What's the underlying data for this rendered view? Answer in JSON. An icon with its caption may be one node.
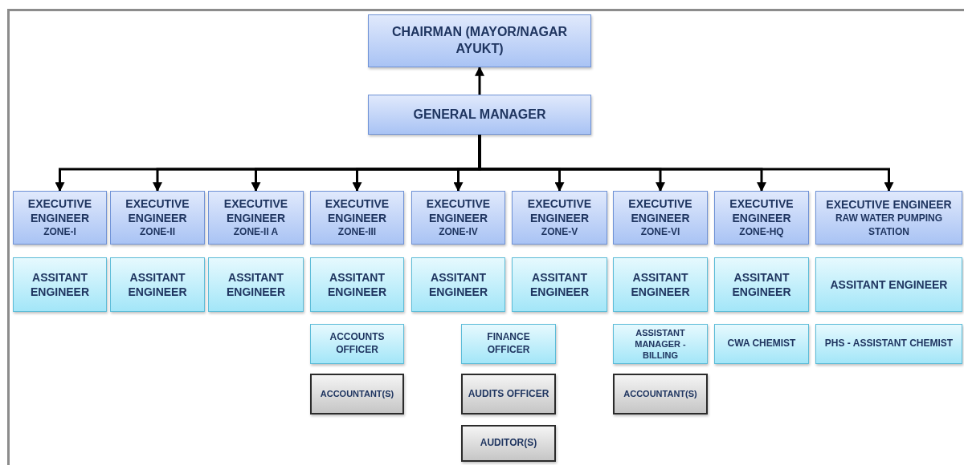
{
  "diagram": {
    "nodes": [
      {
        "text": [
          "CHAIRMAN (MAYOR/NAGAR AYUKT)"
        ]
      },
      {
        "text": [
          "GENERAL MANAGER"
        ]
      },
      {
        "text": [
          "EXECUTIVE ENGINEER",
          "ZONE-I"
        ]
      },
      {
        "text": [
          "EXECUTIVE ENGINEER",
          "ZONE-II"
        ]
      },
      {
        "text": [
          "EXECUTIVE ENGINEER",
          "ZONE-II A"
        ]
      },
      {
        "text": [
          "EXECUTIVE ENGINEER",
          "ZONE-III"
        ]
      },
      {
        "text": [
          "EXECUTIVE ENGINEER",
          "ZONE-IV"
        ]
      },
      {
        "text": [
          "EXECUTIVE ENGINEER",
          "ZONE-V"
        ]
      },
      {
        "text": [
          "EXECUTIVE ENGINEER",
          "ZONE-VI"
        ]
      },
      {
        "text": [
          "EXECUTIVE ENGINEER",
          "ZONE-HQ"
        ]
      },
      {
        "text": [
          "EXECUTIVE ENGINEER",
          "RAW WATER PUMPING STATION"
        ]
      },
      {
        "text": [
          "ASSITANT ENGINEER"
        ]
      },
      {
        "text": [
          "ASSITANT ENGINEER"
        ]
      },
      {
        "text": [
          "ASSITANT ENGINEER"
        ]
      },
      {
        "text": [
          "ASSITANT ENGINEER"
        ]
      },
      {
        "text": [
          "ASSITANT ENGINEER"
        ]
      },
      {
        "text": [
          "ASSITANT ENGINEER"
        ]
      },
      {
        "text": [
          "ASSITANT ENGINEER"
        ]
      },
      {
        "text": [
          "ASSITANT ENGINEER"
        ]
      },
      {
        "text": [
          "ASSITANT ENGINEER"
        ]
      },
      {
        "text": [
          "ACCOUNTS OFFICER"
        ]
      },
      {
        "text": [
          "FINANCE OFFICER"
        ]
      },
      {
        "text": [
          "ASSISTANT MANAGER - BILLING"
        ]
      },
      {
        "text": [
          "CWA CHEMIST"
        ]
      },
      {
        "text": [
          "PHS - ASSISTANT CHEMIST"
        ]
      },
      {
        "text": [
          "ACCOUNTANT(S)"
        ]
      },
      {
        "text": [
          "AUDITS OFFICER"
        ]
      },
      {
        "text": [
          "ACCOUNTANT(S)"
        ]
      },
      {
        "text": [
          "AUDITOR(S)"
        ]
      }
    ],
    "edges": [
      {
        "from": 1,
        "to": 0,
        "arrow": "to"
      },
      {
        "from": 1,
        "to": 2,
        "arrow": "to"
      },
      {
        "from": 1,
        "to": 3,
        "arrow": "to"
      },
      {
        "from": 1,
        "to": 4,
        "arrow": "to"
      },
      {
        "from": 1,
        "to": 5,
        "arrow": "to"
      },
      {
        "from": 1,
        "to": 6,
        "arrow": "to"
      },
      {
        "from": 1,
        "to": 7,
        "arrow": "to"
      },
      {
        "from": 1,
        "to": 8,
        "arrow": "to"
      },
      {
        "from": 1,
        "to": 9,
        "arrow": "to"
      },
      {
        "from": 1,
        "to": 10,
        "arrow": "to"
      }
    ]
  }
}
